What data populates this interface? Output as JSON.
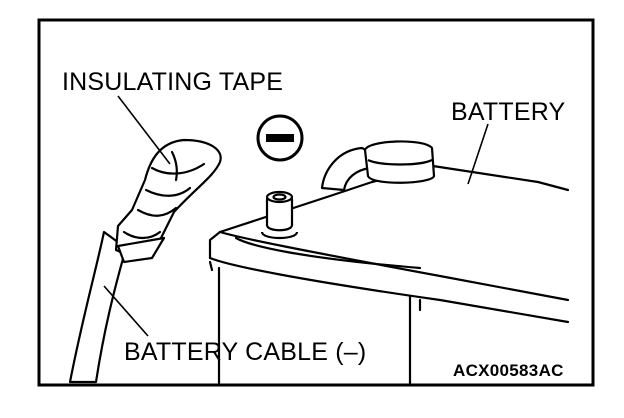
{
  "labels": {
    "insulating_tape": "INSULATING TAPE",
    "battery": "BATTERY",
    "battery_cable": "BATTERY CABLE (–)",
    "figure_code": "ACX00583AC"
  },
  "icons": {
    "negative_terminal_symbol": "minus-circle-icon"
  },
  "colors": {
    "line": "#000000",
    "background": "#ffffff"
  }
}
